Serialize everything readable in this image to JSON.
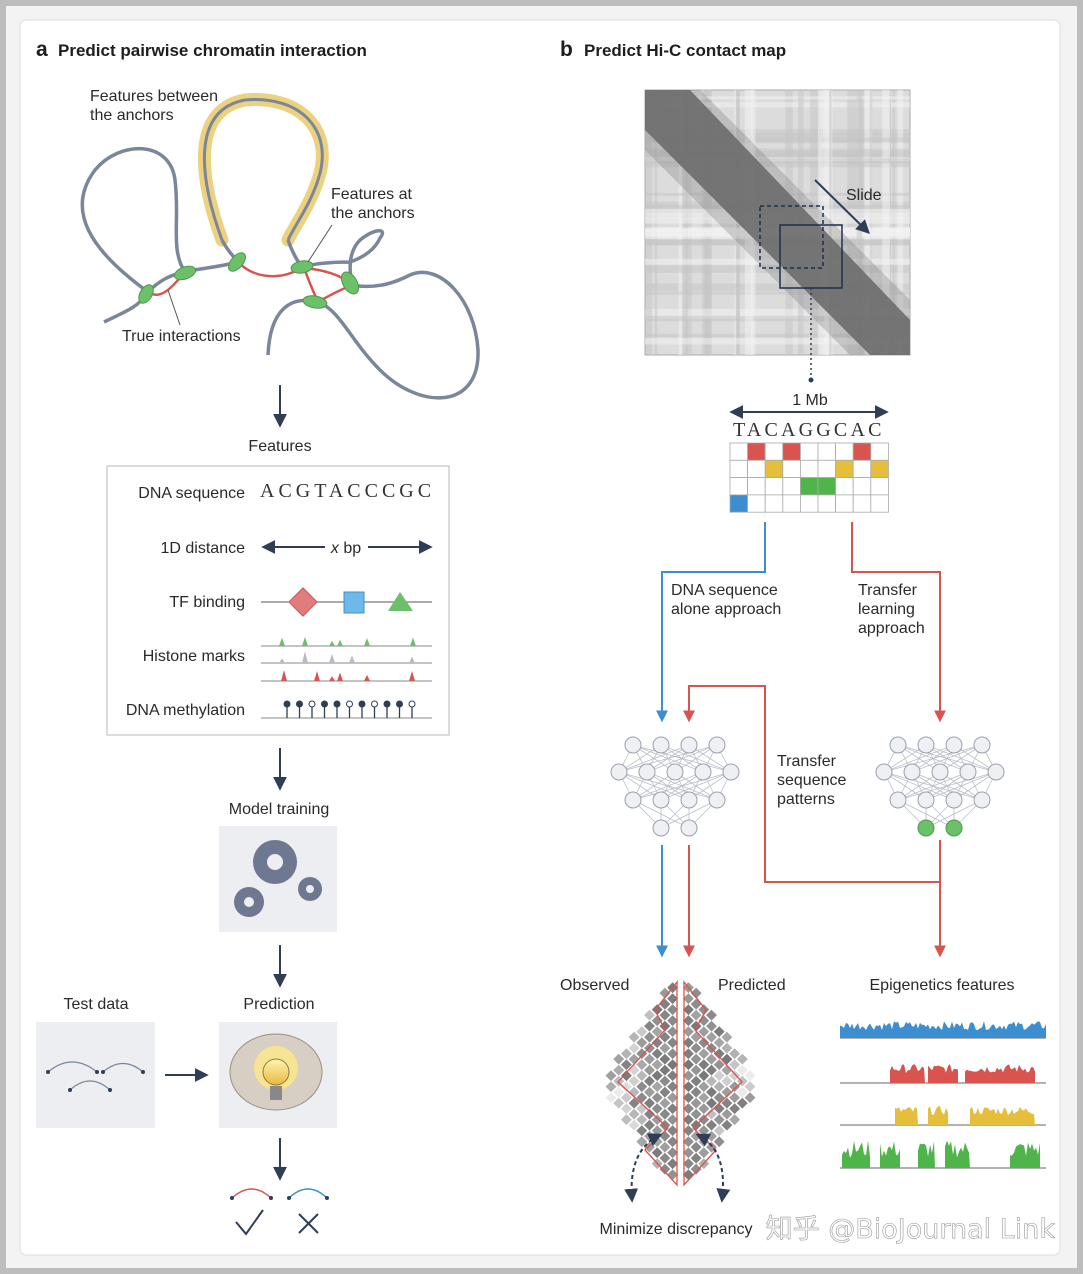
{
  "panel_a": {
    "letter": "a",
    "title": "Predict pairwise chromatin interaction",
    "labels": {
      "between_1": "Features between",
      "between_2": "the anchors",
      "at_1": "Features at",
      "at_2": "the anchors",
      "true_interactions": "True interactions"
    },
    "features_title": "Features",
    "features": {
      "dna_sequence": "DNA sequence",
      "dna_sequence_value": "ACGTACCCGC",
      "distance": "1D distance",
      "distance_value_x": "x",
      "distance_value_unit": " bp",
      "tf_binding": "TF binding",
      "histone": "Histone marks",
      "methylation": "DNA methylation"
    },
    "model_training": "Model training",
    "test_data": "Test data",
    "prediction": "Prediction"
  },
  "panel_b": {
    "letter": "b",
    "title": "Predict Hi-C contact map",
    "slide": "Slide",
    "window": "1 Mb",
    "sequence": "TACAGGCAC",
    "dna_alone_1": "DNA sequence",
    "dna_alone_2": "alone approach",
    "transfer_1": "Transfer",
    "transfer_2": "learning",
    "transfer_3": "approach",
    "transfer_seq_1": "Transfer",
    "transfer_seq_2": "sequence",
    "transfer_seq_3": "patterns",
    "observed": "Observed",
    "predicted": "Predicted",
    "epigenetics": "Epigenetics features",
    "minimize": "Minimize discrepancy"
  },
  "watermark": "知乎 @BioJournal Link",
  "colors": {
    "strand": "#7c869a",
    "anchor_loop": "#ecd27e",
    "anchor": "#6cc06a",
    "interaction": "#d9534f",
    "blue": "#3b8fd0",
    "yellow": "#e5bf3c",
    "arrow": "#2f3e55"
  }
}
